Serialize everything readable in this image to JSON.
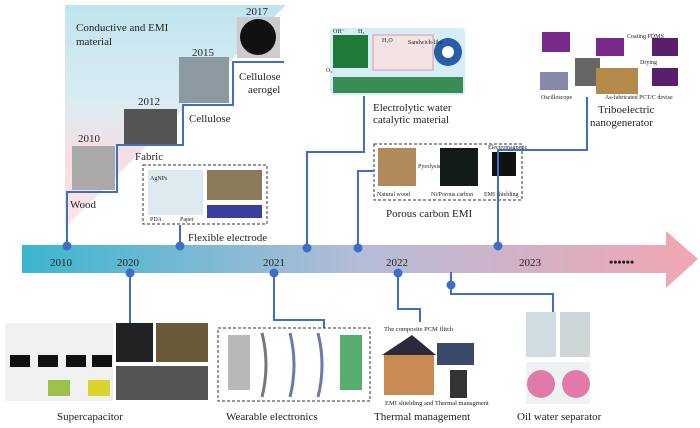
{
  "colors": {
    "connector": "#3f6fc4",
    "arrow_start": "#3bb6cf",
    "arrow_mid": "#b4bcd8",
    "arrow_end": "#f2a6b2"
  },
  "timeline": {
    "years": [
      "2010",
      "2020",
      "2021",
      "2022",
      "2023"
    ],
    "ellipsis": "••••••"
  },
  "staircase": {
    "title_line1": "Conductive and EMI",
    "title_line2": "material",
    "steps": [
      {
        "year": "2010",
        "label": "Wood"
      },
      {
        "year": "2012",
        "label": "Fabric"
      },
      {
        "year": "2015",
        "label": "Cellulose"
      },
      {
        "year": "2017",
        "label_line1": "Cellulose",
        "label_line2": "aerogel"
      }
    ]
  },
  "above": {
    "flexible": {
      "label": "Flexible electrode",
      "fig_texts": [
        "AgNPs",
        "PDA",
        "Paper"
      ]
    },
    "electrolytic": {
      "label_line1": "Electrolytic water",
      "label_line2": "catalytic material",
      "fig_texts": [
        "OH⁻",
        "H₂",
        "H₂O",
        "O₂",
        "Sandwich-like"
      ]
    },
    "porous": {
      "label": "Porous carbon EMI",
      "fig_texts": [
        "Natural wood",
        "Ni/Porous carbon",
        "EMI shielding",
        "Pyrolysis",
        "Electromagnetic"
      ]
    },
    "tribo": {
      "label_line1": "Triboelectric",
      "label_line2": "nanogenerator",
      "fig_texts": [
        "Oscilloscope",
        "As-fabricated PCT/C devise",
        "Coating PDMS",
        "Drying"
      ]
    }
  },
  "below": {
    "supercap": {
      "label": "Supercapacitor"
    },
    "wearable": {
      "label": "Wearable electronics"
    },
    "thermal": {
      "label": "Thermal management",
      "caption_top": "The composite PCM flitch",
      "caption_bottom": "EMI shielding and Thermal managment"
    },
    "oil": {
      "label": "Oil water separator"
    }
  }
}
